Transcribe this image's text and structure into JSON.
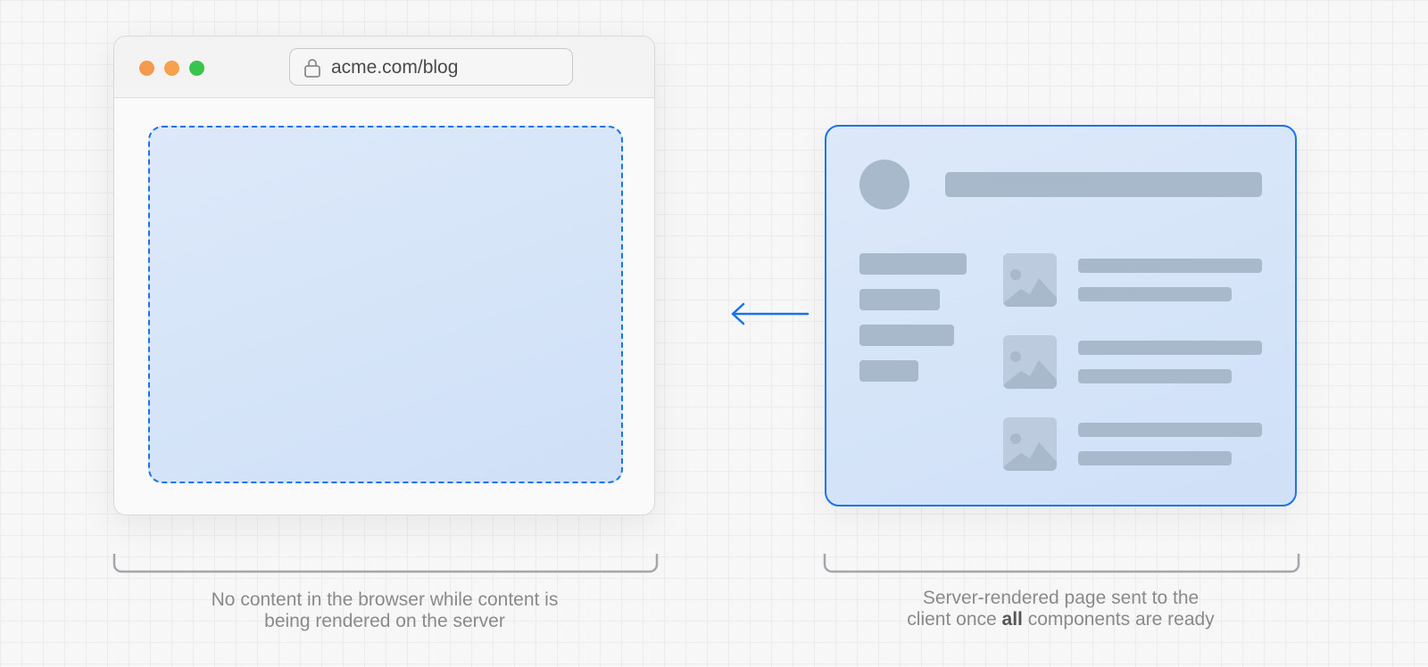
{
  "browser": {
    "url": "acme.com/blog",
    "traffic_lights": [
      "#f39a4f",
      "#f5a14d",
      "#39c54d"
    ]
  },
  "colors": {
    "accent": "#1a73e8",
    "placeholder": "#a9b9cc",
    "panel_fill": "#d6e5f9",
    "caption_text": "#8a8a8a"
  },
  "captions": {
    "left_line1": "No content in the browser while content is",
    "left_line2": "being rendered on the server",
    "right_line1": "Server-rendered page sent to the",
    "right_line2_before": "client once ",
    "right_line2_bold": "all",
    "right_line2_after": " components are ready"
  },
  "icons": {
    "lock": "lock-icon",
    "arrow": "arrow-left-icon",
    "image": "image-placeholder-icon"
  }
}
